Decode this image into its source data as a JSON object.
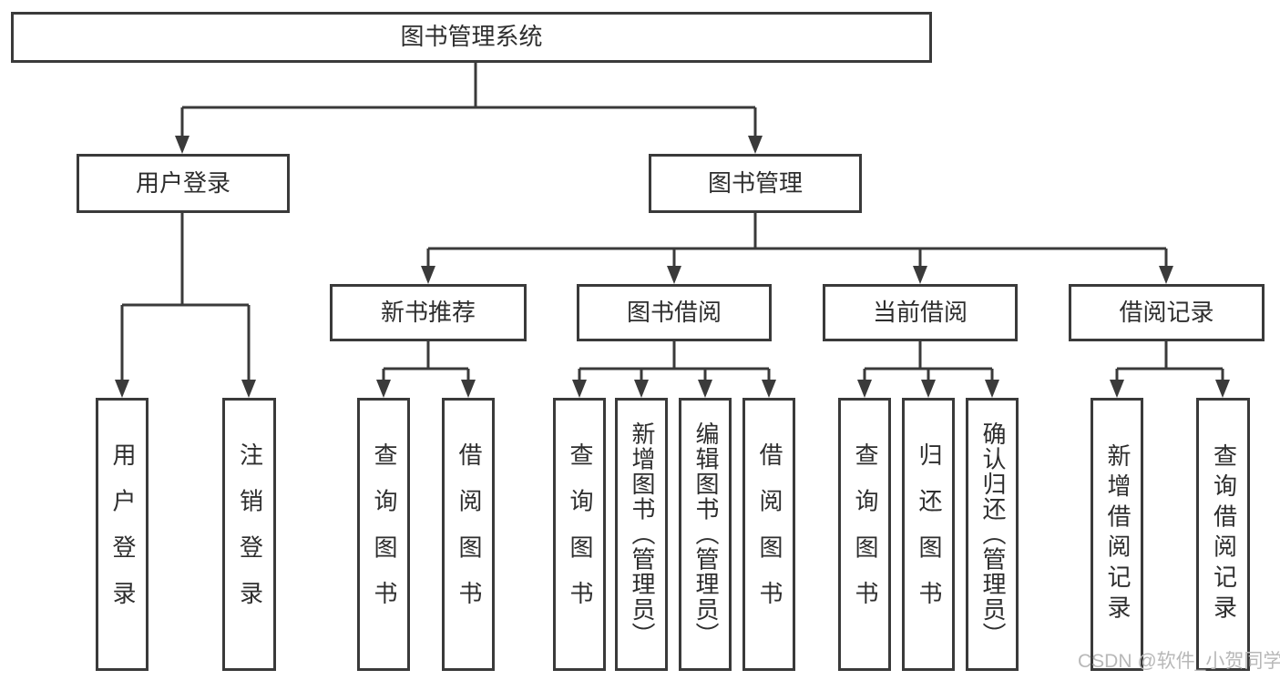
{
  "diagram": {
    "root": {
      "label": "图书管理系统"
    },
    "level2": [
      {
        "label": "用户登录",
        "parent": "图书管理系统"
      },
      {
        "label": "图书管理",
        "parent": "图书管理系统"
      }
    ],
    "level3": [
      {
        "label": "新书推荐",
        "parent": "图书管理"
      },
      {
        "label": "图书借阅",
        "parent": "图书管理"
      },
      {
        "label": "当前借阅",
        "parent": "图书管理"
      },
      {
        "label": "借阅记录",
        "parent": "图书管理"
      }
    ],
    "leaves": [
      {
        "label": "用户登录",
        "parent": "用户登录"
      },
      {
        "label": "注销登录",
        "parent": "用户登录"
      },
      {
        "label": "查询图书",
        "parent": "新书推荐"
      },
      {
        "label": "借阅图书",
        "parent": "新书推荐"
      },
      {
        "label": "查询图书",
        "parent": "图书借阅"
      },
      {
        "label": "新增图书（管理员）",
        "parent": "图书借阅"
      },
      {
        "label": "编辑图书（管理员）",
        "parent": "图书借阅"
      },
      {
        "label": "借阅图书",
        "parent": "图书借阅"
      },
      {
        "label": "查询图书",
        "parent": "当前借阅"
      },
      {
        "label": "归还图书",
        "parent": "当前借阅"
      },
      {
        "label": "确认归还（管理员）",
        "parent": "当前借阅"
      },
      {
        "label": "新增借阅记录",
        "parent": "借阅记录"
      },
      {
        "label": "查询借阅记录",
        "parent": "借阅记录"
      }
    ]
  },
  "watermark": {
    "text": "CSDN @软件_小贺同学"
  },
  "theme": {
    "line": "#3a3a3a",
    "text": "#2e2e2e",
    "box_background": "#ffffff",
    "page_background": "#ffffff",
    "watermark": "#b8b8b8"
  }
}
